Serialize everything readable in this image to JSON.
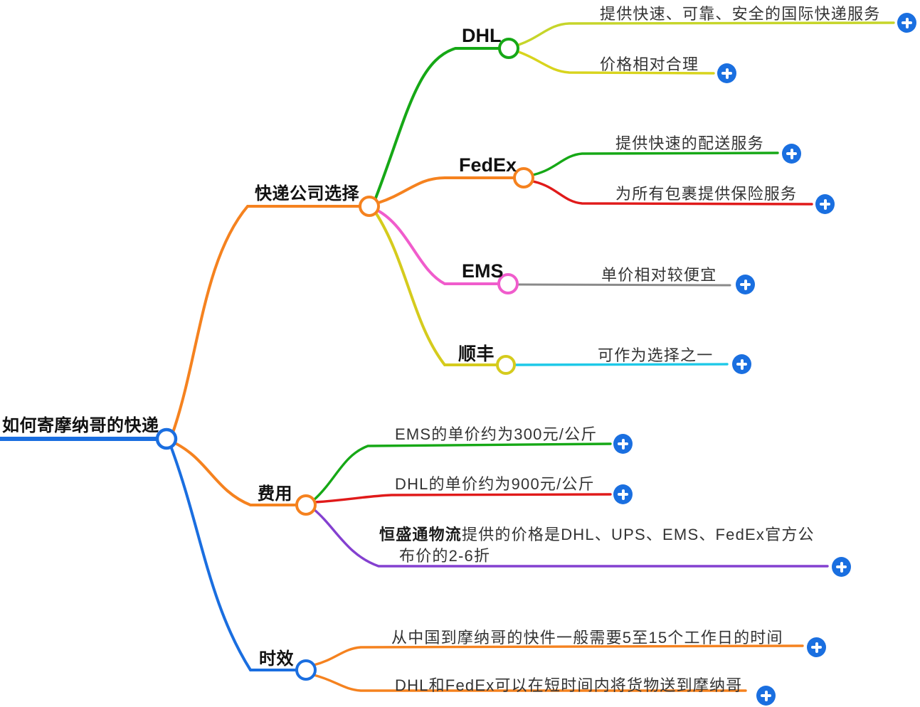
{
  "colors": {
    "root_blue": "#1a6ee0",
    "orange": "#f5821f",
    "green": "#16a816",
    "yellow_green_1": "#c6d52a",
    "yellow_green_2": "#d8d41d",
    "yellow": "#d5cb1d",
    "pink": "#f05ccc",
    "cyan": "#1ec9e8",
    "red": "#e01a1a",
    "purple": "#8440d0",
    "gray": "#8a8a8a",
    "plus_button_blue": "#1a6fe0"
  },
  "mindmap": {
    "root": {
      "label": "如何寄摩纳哥的快递",
      "color": "#1a6ee0"
    },
    "branches": [
      {
        "label": "快递公司选择",
        "color": "#f5821f",
        "children": [
          {
            "label": "DHL",
            "color": "#16a816",
            "notes": [
              {
                "text": "提供快速、可靠、安全的国际快递服务",
                "color": "#c6d52a"
              },
              {
                "text": "价格相对合理",
                "color": "#d8d41d"
              }
            ]
          },
          {
            "label": "FedEx",
            "color": "#f5821f",
            "notes": [
              {
                "text": "提供快速的配送服务",
                "color": "#16a816"
              },
              {
                "text": "为所有包裹提供保险服务",
                "color": "#e01a1a"
              }
            ]
          },
          {
            "label": "EMS",
            "color": "#f05ccc",
            "notes": [
              {
                "text": "单价相对较便宜",
                "color": "#8a8a8a"
              }
            ]
          },
          {
            "label": "顺丰",
            "color": "#d5cb1d",
            "notes": [
              {
                "text": "可作为选择之一",
                "color": "#1ec9e8"
              }
            ]
          }
        ]
      },
      {
        "label": "费用",
        "color": "#f5821f",
        "notes": [
          {
            "text": "EMS的单价约为300元/公斤",
            "color": "#16a816"
          },
          {
            "text": "DHL的单价约为900元/公斤",
            "color": "#e01a1a"
          },
          {
            "prefix_bold": "恒盛通物流",
            "text": "提供的价格是DHL、UPS、EMS、FedEx官方公",
            "text2": "布价的2-6折",
            "color": "#8440d0"
          }
        ]
      },
      {
        "label": "时效",
        "color": "#1a6ee0",
        "notes": [
          {
            "text": "从中国到摩纳哥的快件一般需要5至15个工作日的时间",
            "color": "#f5821f"
          },
          {
            "text": "DHL和FedEx可以在短时间内将货物送到摩纳哥",
            "color": "#f5821f"
          }
        ]
      }
    ]
  }
}
